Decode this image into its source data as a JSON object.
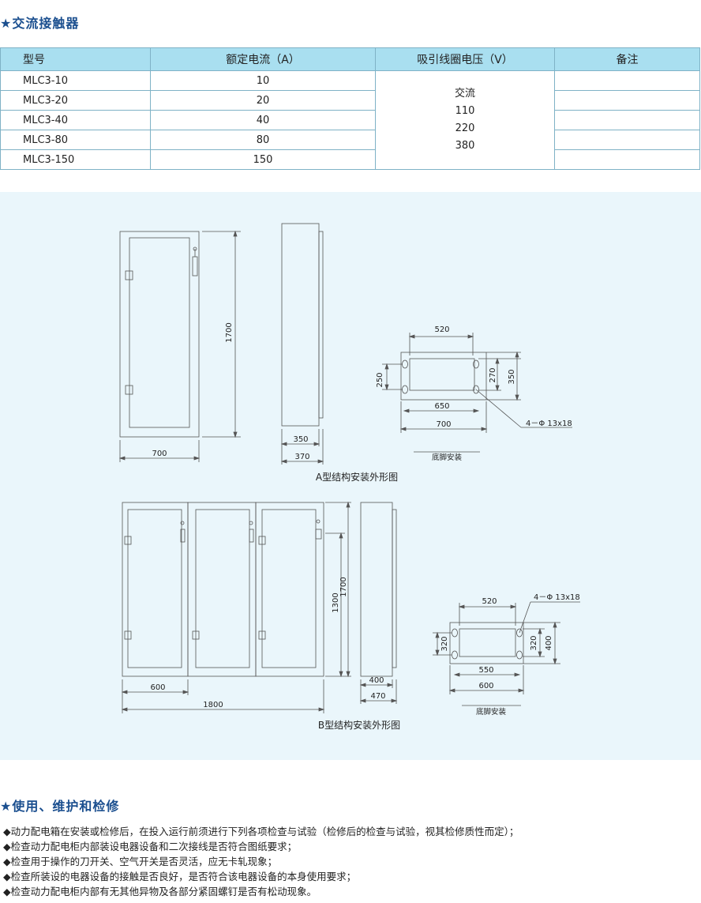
{
  "sections": {
    "contactor_title": "★交流接触器",
    "maintenance_title": "★使用、维护和检修"
  },
  "table": {
    "headers": [
      "型号",
      "额定电流（A）",
      "吸引线圈电压（V）",
      "备注"
    ],
    "rows": [
      {
        "model": "MLC3-10",
        "current": "10"
      },
      {
        "model": "MLC3-20",
        "current": "20"
      },
      {
        "model": "MLC3-40",
        "current": "40"
      },
      {
        "model": "MLC3-80",
        "current": "80"
      },
      {
        "model": "MLC3-150",
        "current": "150"
      }
    ],
    "coil_voltage": [
      "交流",
      "110",
      "220",
      "380"
    ],
    "remarks": [
      "",
      "",
      "",
      "",
      ""
    ]
  },
  "drawings": {
    "a": {
      "caption": "A型结构安装外形图",
      "height_label": "1700",
      "width_label": "700",
      "depth_inner": "350",
      "depth_outer": "370",
      "base_w_top": "520",
      "base_w_mid": "650",
      "base_w_bot": "700",
      "base_h_left": "250",
      "base_h_r1": "270",
      "base_h_r2": "350",
      "hole_label": "4－Φ 13x18",
      "base_caption": "底脚安装"
    },
    "b": {
      "caption": "B型结构安装外形图",
      "height_1300": "1300",
      "height_1700": "1700",
      "unit_width": "600",
      "total_width": "1800",
      "depth_inner": "400",
      "depth_outer": "470",
      "base_w_top": "520",
      "base_w_mid": "550",
      "base_w_bot": "600",
      "base_h_left": "320",
      "base_h_r1": "320",
      "base_h_r2": "400",
      "hole_label": "4－Φ 13x18",
      "base_caption": "底脚安装"
    }
  },
  "notes": [
    "◆动力配电箱在安装或检修后，在投入运行前须进行下列各项检查与试验（检修后的检查与试验，视其检修质性而定）；",
    "◆检查动力配电柜内部装设电器设备和二次接线是否符合图纸要求；",
    "◆检查用于操作的刀开关、空气开关是否灵活，应无卡轧现象；",
    "◆检查所装设的电器设备的接触是否良好，是否符合该电器设备的本身使用要求；",
    "◆检查动力配电柜内部有无其他异物及各部分紧固螺钉是否有松动现象。"
  ],
  "colors": {
    "title": "#1b4f8f",
    "table_header": "#a9dff0",
    "drawing_bg": "#eaf6fb"
  }
}
